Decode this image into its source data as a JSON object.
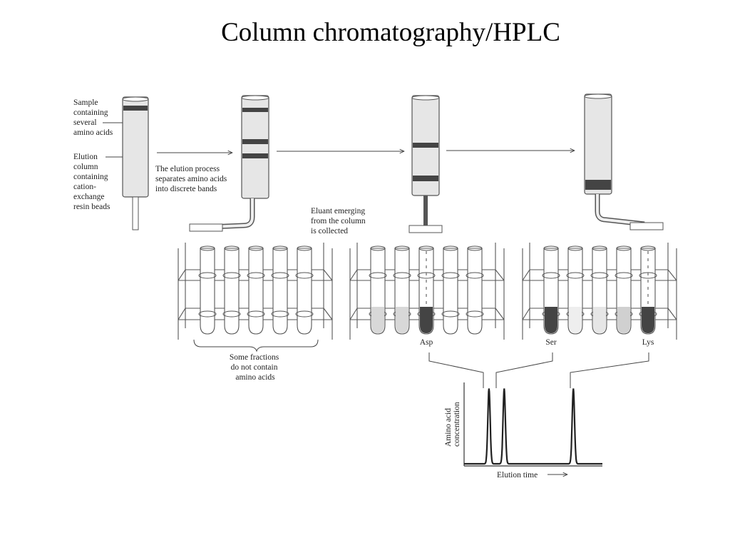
{
  "title": "Column chromatography/HPLC",
  "labels": {
    "sample": [
      "Sample",
      "containing",
      "several",
      "amino acids"
    ],
    "column": [
      "Elution",
      "column",
      "containing",
      "cation-",
      "exchange",
      "resin beads"
    ],
    "process": [
      "The elution process",
      "separates amino acids",
      "into discrete bands"
    ],
    "eluant": [
      "Eluant emerging",
      "from the column",
      "is collected"
    ],
    "fractions": [
      "Some fractions",
      "do not contain",
      "amino acids"
    ],
    "asp": "Asp",
    "ser": "Ser",
    "lys": "Lys",
    "yaxis": [
      "Amino acid",
      "concentration"
    ],
    "xaxis": "Elution time"
  },
  "chart_data": {
    "type": "line",
    "title": "",
    "xlabel": "Elution time",
    "ylabel": "Amino acid concentration",
    "series": [
      {
        "name": "Asp",
        "peak_x": 0.18,
        "height": 1.0
      },
      {
        "name": "Ser",
        "peak_x": 0.29,
        "height": 1.0
      },
      {
        "name": "Lys",
        "peak_x": 0.79,
        "height": 1.0
      }
    ],
    "x_range": [
      0,
      1
    ],
    "y_range": [
      0,
      1.1
    ]
  },
  "colors": {
    "ink": "#222222",
    "glass": "#e6e6e6",
    "band": "#444444"
  }
}
